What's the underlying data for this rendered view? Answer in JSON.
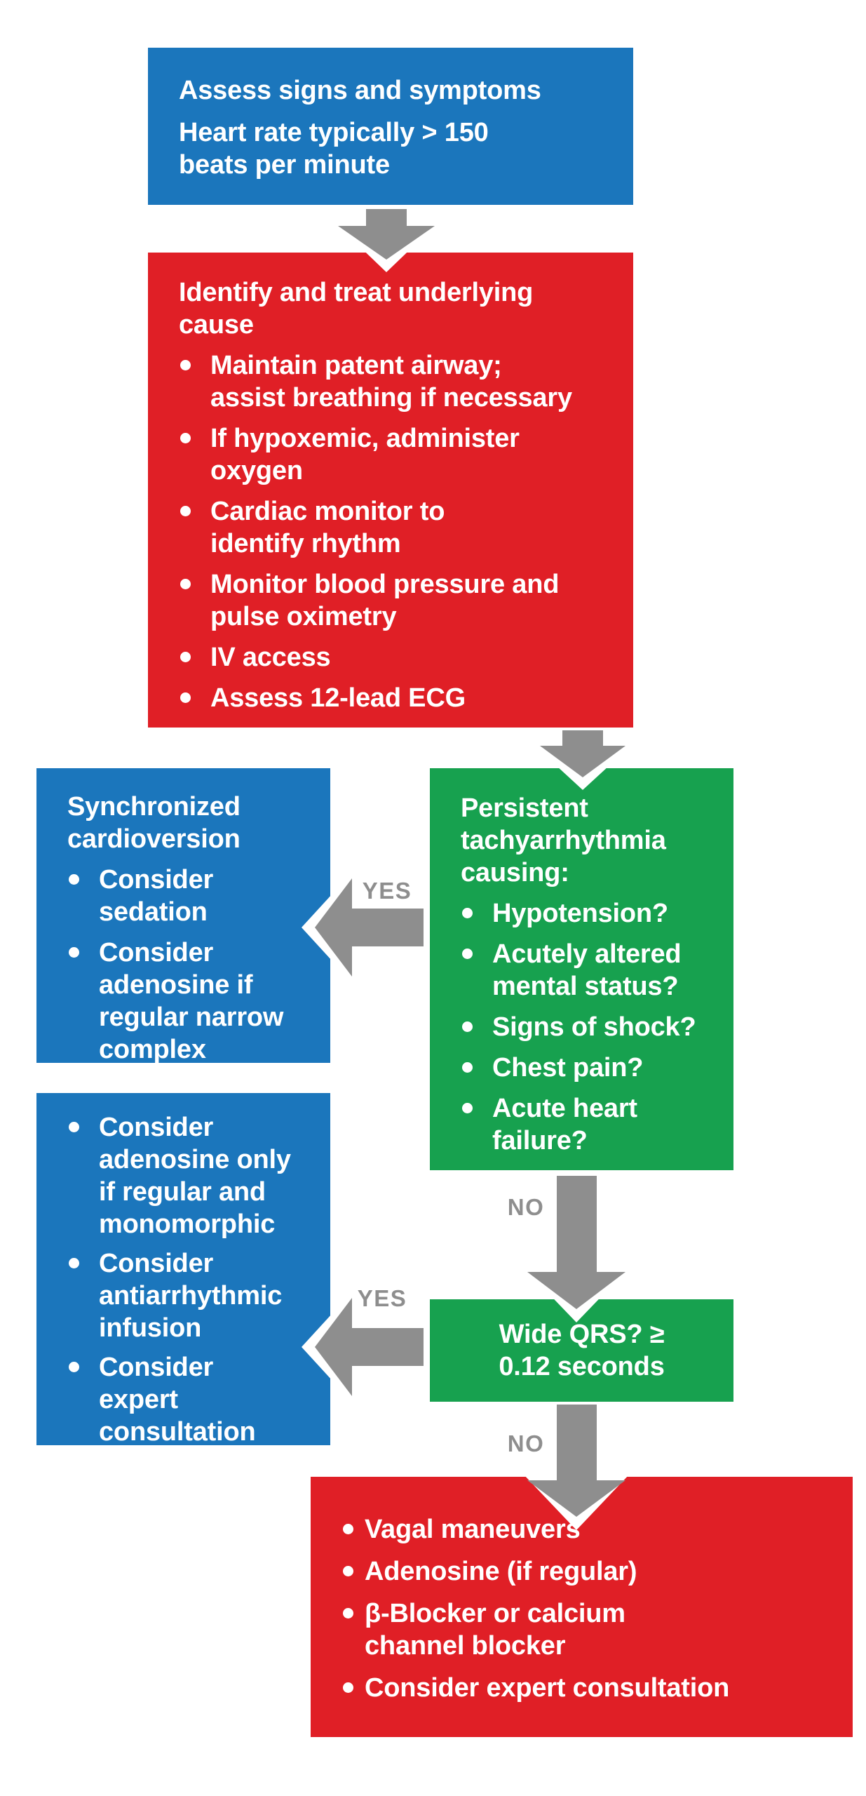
{
  "palette": {
    "blue": "#1b76bc",
    "red": "#e01f26",
    "green": "#17a14f",
    "arrow_gray": "#8e8e8e",
    "label_gray": "#8e8e8e",
    "text_white": "#ffffff"
  },
  "flowchart": {
    "assess": {
      "title": "Assess signs and symptoms",
      "subtitle": "Heart rate typically > 150\nbeats per minute"
    },
    "identify": {
      "title": "Identify and treat underlying\ncause",
      "bullets": [
        "Maintain patent airway;\nassist breathing if necessary",
        "If hypoxemic, administer\noxygen",
        "Cardiac monitor to\nidentify rhythm",
        "Monitor blood pressure and\npulse oximetry",
        "IV access",
        "Assess 12-lead ECG"
      ]
    },
    "persistent": {
      "title": "Persistent\ntachyarrhythmia\ncausing:",
      "bullets": [
        "Hypotension?",
        "Acutely altered\nmental status?",
        "Signs of shock?",
        "Chest pain?",
        "Acute heart\nfailure?"
      ]
    },
    "cardioversion": {
      "title": "Synchronized\ncardioversion",
      "bullets": [
        "Consider\nsedation",
        "Consider\nadenosine if\nregular narrow\ncomplex"
      ]
    },
    "adenosine": {
      "bullets": [
        "Consider\nadenosine only\nif regular and\nmonomorphic",
        "Consider\nantiarrhythmic\ninfusion",
        "Consider\nexpert\nconsultation"
      ]
    },
    "wide_qrs": {
      "title": "Wide QRS? ≥\n0.12 seconds"
    },
    "vagal": {
      "bullets": [
        "Vagal maneuvers",
        "Adenosine (if regular)",
        "β-Blocker or calcium\nchannel blocker",
        "Consider expert consultation"
      ]
    },
    "decision_labels": {
      "yes_cardioversion": "YES",
      "no_wide_qrs": "NO",
      "yes_adenosine": "YES",
      "no_vagal": "NO"
    }
  }
}
